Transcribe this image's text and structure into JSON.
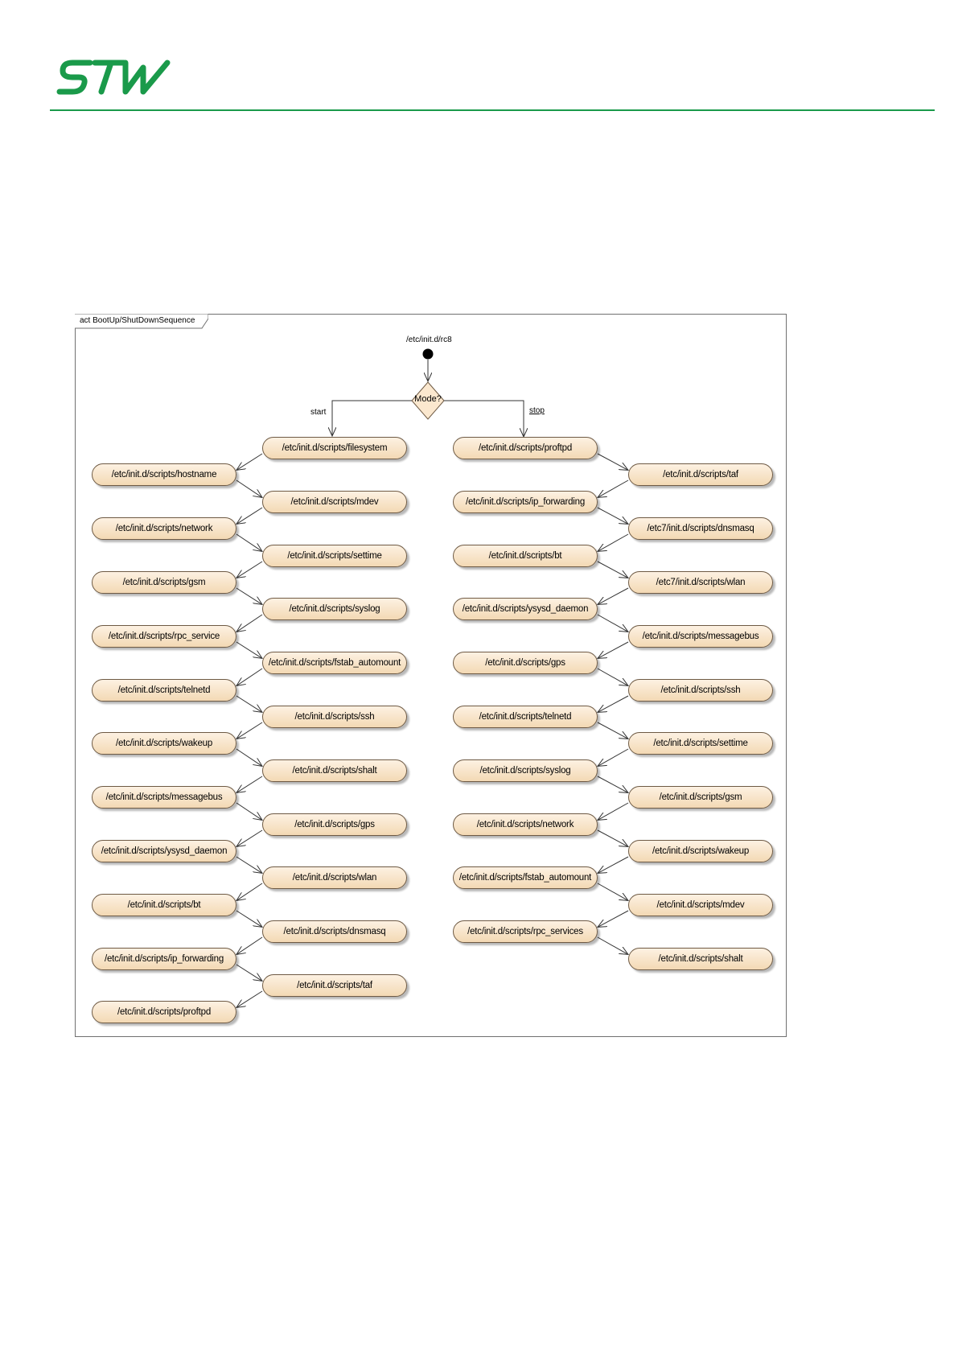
{
  "header": {
    "logo_text": "STW",
    "brand_color": "#1a9a4a"
  },
  "diagram": {
    "frame_title": "act BootUp/ShutDownSequence",
    "initial_label": "/etc/init.d/rc8",
    "decision_label": "Mode?",
    "start_label": "start",
    "stop_label": "stop",
    "start_sequence": [
      "/etc/init.d/scripts/filesystem",
      "/etc/init.d/scripts/hostname",
      "/etc/init.d/scripts/mdev",
      "/etc/init.d/scripts/network",
      "/etc/init.d/scripts/settime",
      "/etc/init.d/scripts/gsm",
      "/etc/init.d/scripts/syslog",
      "/etc/init.d/scripts/rpc_service",
      "/etc/init.d/scripts/fstab_automount",
      "/etc/init.d/scripts/telnetd",
      "/etc/init.d/scripts/ssh",
      "/etc/init.d/scripts/wakeup",
      "/etc/init.d/scripts/shalt",
      "/etc/init.d/scripts/messagebus",
      "/etc/init.d/scripts/gps",
      "/etc/init.d/scripts/ysysd_daemon",
      "/etc/init.d/scripts/wlan",
      "/etc/init.d/scripts/bt",
      "/etc/init.d/scripts/dnsmasq",
      "/etc/init.d/scripts/ip_forwarding",
      "/etc/init.d/scripts/taf",
      "/etc/init.d/scripts/proftpd"
    ],
    "stop_sequence": [
      "/etc/init.d/scripts/proftpd",
      "/etc/init.d/scripts/taf",
      "/etc/init.d/scripts/ip_forwarding",
      "/etc7/init.d/scripts/dnsmasq",
      "/etc/init.d/scripts/bt",
      "/etc7/init.d/scripts/wlan",
      "/etc/init.d/scripts/ysysd_daemon",
      "/etc/init.d/scripts/messagebus",
      "/etc/init.d/scripts/gps",
      "/etc/init.d/scripts/ssh",
      "/etc/init.d/scripts/telnetd",
      "/etc/init.d/scripts/settime",
      "/etc/init.d/scripts/syslog",
      "/etc/init.d/scripts/gsm",
      "/etc/init.d/scripts/network",
      "/etc/init.d/scripts/wakeup",
      "/etc/init.d/scripts/fstab_automount",
      "/etc/init.d/scripts/mdev",
      "/etc/init.d/scripts/rpc_services",
      "/etc/init.d/scripts/shalt"
    ]
  }
}
